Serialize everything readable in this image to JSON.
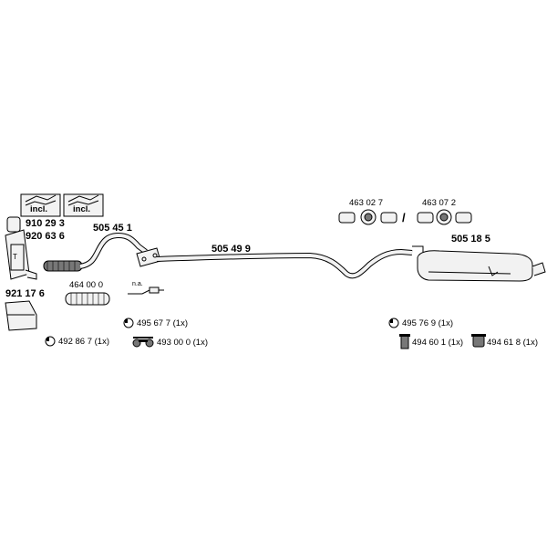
{
  "labels": {
    "kit_incl_1": "incl.",
    "kit_incl_2": "incl.",
    "pn_910293": "910 29 3",
    "pn_920636": "920 63 6",
    "pn_921176": "921 17 6",
    "pn_505451": "505 45 1",
    "pn_464000": "464 00 0",
    "na": "n.a.",
    "pn_505499": "505 49 9",
    "pn_463027": "463 02 7",
    "slash": "/",
    "pn_463072": "463 07 2",
    "pn_505185": "505 18 5",
    "pn_495677": "495 67 7 (1x)",
    "pn_492867": "492 86 7 (1x)",
    "pn_493000": "493 00 0 (1x)",
    "pn_495769": "495 76 9 (1x)",
    "pn_494601": "494 60 1 (1x)",
    "pn_494618": "494 61 8 (1x)"
  },
  "colors": {
    "line": "#000000",
    "part_fill": "#f2f2f2",
    "dark_fill": "#777777",
    "background": "#ffffff"
  }
}
